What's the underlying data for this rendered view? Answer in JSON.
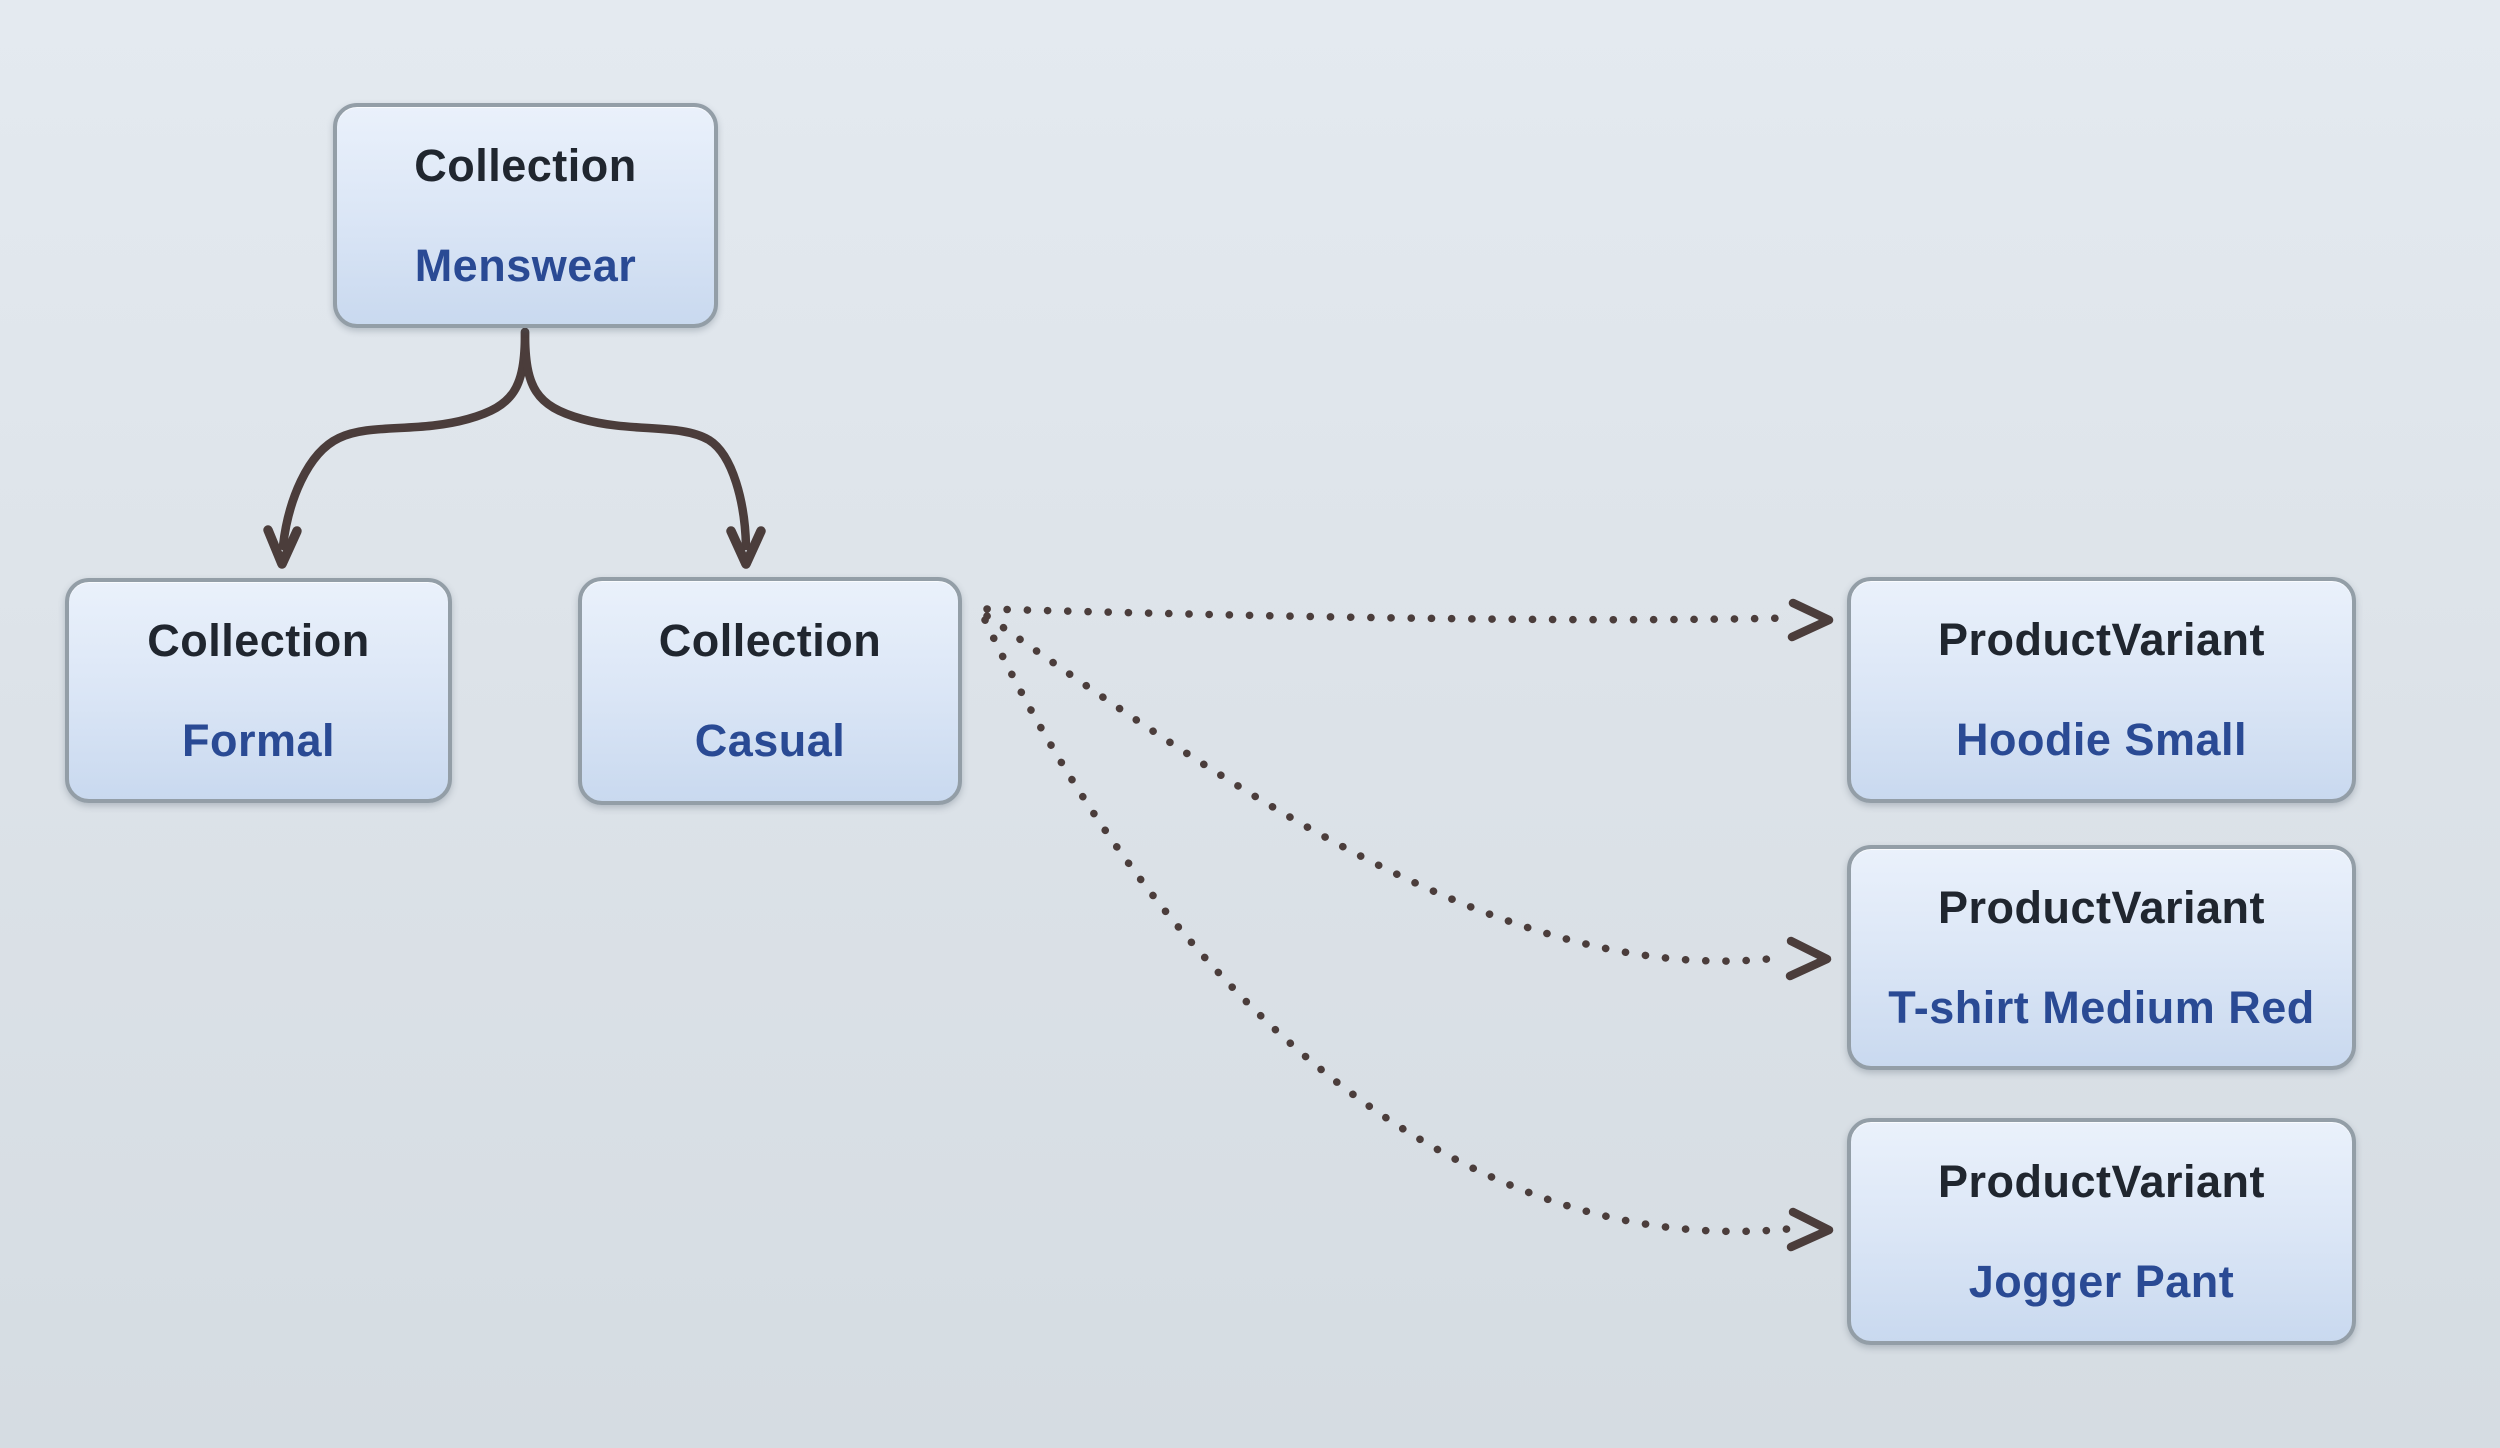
{
  "colors": {
    "bg_top": "#e4eaf0",
    "bg_bottom": "#d5dce2",
    "node_fill_top": "#eaf1fb",
    "node_fill_mid": "#dbe6f6",
    "node_fill_bottom": "#c9d9ef",
    "node_border": "#939ea7",
    "type_color": "#20262f",
    "name_color": "#2a4a94",
    "arrow_color": "#4b3d3b"
  },
  "diagram": {
    "nodes": [
      {
        "id": "menswear",
        "type": "Collection",
        "name": "Menswear"
      },
      {
        "id": "formal",
        "type": "Collection",
        "name": "Formal"
      },
      {
        "id": "casual",
        "type": "Collection",
        "name": "Casual"
      },
      {
        "id": "hoodie",
        "type": "ProductVariant",
        "name": "Hoodie Small"
      },
      {
        "id": "tshirt",
        "type": "ProductVariant",
        "name": "T-shirt Medium Red"
      },
      {
        "id": "jogger",
        "type": "ProductVariant",
        "name": "Jogger Pant"
      }
    ],
    "edges": [
      {
        "from": "Menswear",
        "to": "Formal",
        "style": "solid"
      },
      {
        "from": "Menswear",
        "to": "Casual",
        "style": "solid"
      },
      {
        "from": "Casual",
        "to": "Hoodie Small",
        "style": "dotted"
      },
      {
        "from": "Casual",
        "to": "T-shirt Medium Red",
        "style": "dotted"
      },
      {
        "from": "Casual",
        "to": "Jogger Pant",
        "style": "dotted"
      }
    ]
  }
}
